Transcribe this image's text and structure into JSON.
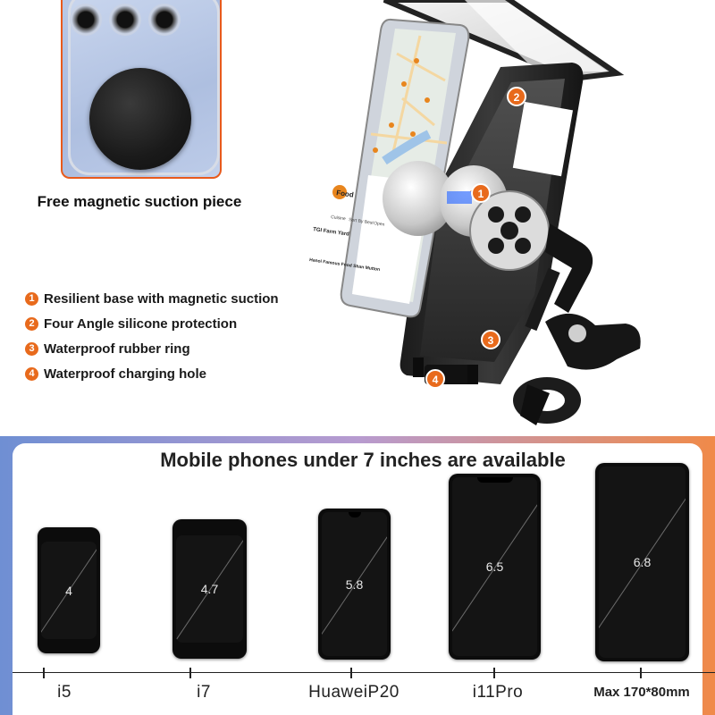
{
  "inset_caption": "Free magnetic suction piece",
  "features": [
    {
      "num": "1",
      "text": "Resilient base with magnetic suction"
    },
    {
      "num": "2",
      "text": "Four Angle silicone protection"
    },
    {
      "num": "3",
      "text": "Waterproof rubber ring"
    },
    {
      "num": "4",
      "text": "Waterproof charging hole"
    }
  ],
  "product_callouts": [
    "1",
    "2",
    "3",
    "4"
  ],
  "map_card": {
    "title": "Food",
    "chips": [
      "Cuisine",
      "Sort By Best",
      "Open"
    ],
    "items": [
      "TGI Farm Yard",
      "Hanoi Famous Food Shan Mutton"
    ]
  },
  "headline": "Mobile phones under 7 inches are available",
  "phones": [
    {
      "size": "4",
      "label": "i5"
    },
    {
      "size": "4.7",
      "label": "i7"
    },
    {
      "size": "5.8",
      "label": "HuaweiP20"
    },
    {
      "size": "6.5",
      "label": "i11Pro"
    },
    {
      "size": "6.8",
      "label": "Max 170*80mm"
    }
  ],
  "colors": {
    "accent": "#e86a1c",
    "gradient_left": "#6f8fd3",
    "gradient_right": "#f08a49"
  }
}
